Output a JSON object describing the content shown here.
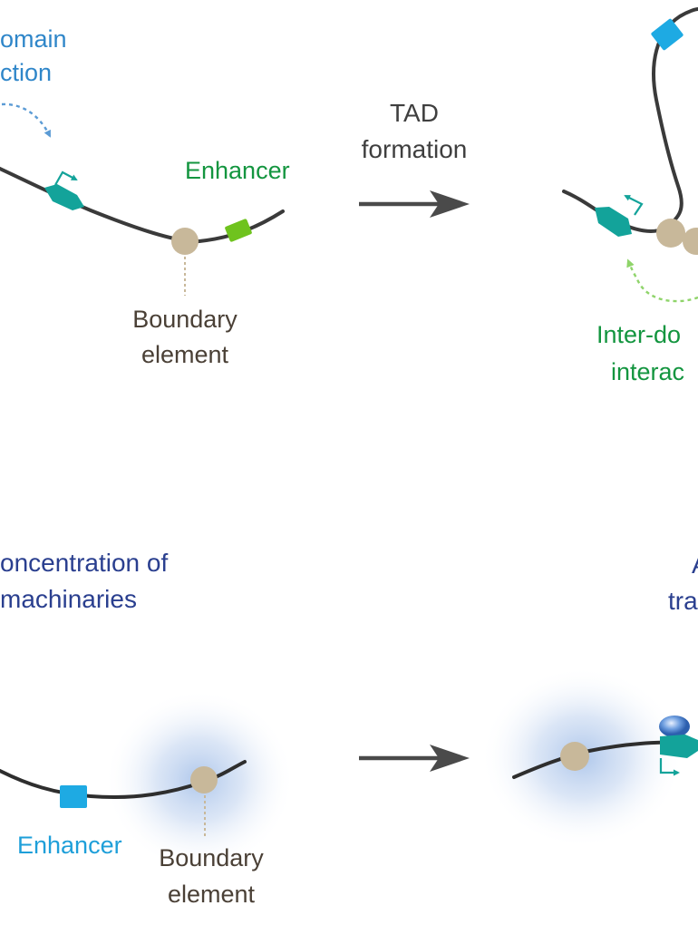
{
  "colors": {
    "background": "#ffffff",
    "chromatin": "#3a3a3a",
    "promoter": "#13a39a",
    "enhancer_green": "#6fc31e",
    "enhancer_blue": "#1eaae3",
    "boundary": "#c8b89a",
    "intra_label": "#2f86c9",
    "inter_label": "#13953f",
    "arrow_intra": "#5b9bd5",
    "arrow_inter": "#8fd46a",
    "dark_label": "#4a4036",
    "concentration_label": "#2a3f8f",
    "cloud": "#aac4ea",
    "cofactor": "#5b90d8"
  },
  "top_panel": {
    "intra_domain_label_line1": "omain",
    "intra_domain_label_line2": "ction",
    "enhancer_label": "Enhancer",
    "boundary_label_line1": "Boundary",
    "boundary_label_line2": "element",
    "transition_label_line1": "TAD",
    "transition_label_line2": "formation",
    "inter_domain_label_line1": "Inter-do",
    "inter_domain_label_line2": "interac"
  },
  "bottom_panel": {
    "concentration_label_line1": "oncentration of",
    "concentration_label_line2": "machinaries",
    "right_label_line1": "A",
    "right_label_line2": "tra",
    "enhancer_label": "Enhancer",
    "boundary_label_line1": "Boundary",
    "boundary_label_line2": "element"
  }
}
